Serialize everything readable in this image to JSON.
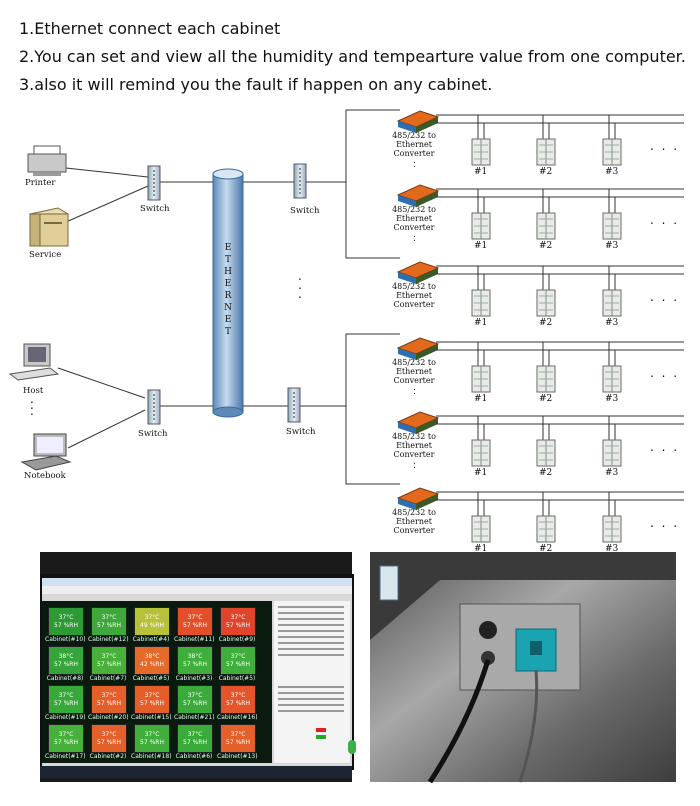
{
  "intro": [
    "1.Ethernet connect each cabinet",
    "2.You can set and view all the humidity and tempearture value from one computer.",
    "3.also it will remind you the fault if happen on any cabinet."
  ],
  "devices": {
    "printer": "Printer",
    "service": "Service",
    "host": "Host",
    "notebook": "Notebook",
    "switch": "Switch",
    "ethernet": "ETHERNET"
  },
  "converter_label": [
    "485/232 to",
    "Ethernet",
    "Converter"
  ],
  "cabinet_numbers": [
    "#1",
    "#2",
    "#3"
  ],
  "ellipsis": ". . .",
  "screen": {
    "grid": [
      [
        {
          "t": "37°C",
          "h": "57 %RH",
          "name": "Cabinet(#10)",
          "c": "#2e9a35"
        },
        {
          "t": "37°C",
          "h": "57 %RH",
          "name": "Cabinet(#12)",
          "c": "#3fa83a"
        },
        {
          "t": "37°C",
          "h": "49 %RH",
          "name": "Cabinet(#4)",
          "c": "#b7c23a"
        },
        {
          "t": "37°C",
          "h": "57 %RH",
          "name": "Cabinet(#11)",
          "c": "#e2502a"
        },
        {
          "t": "37°C",
          "h": "57 %RH",
          "name": "Cabinet(#9)",
          "c": "#e0442a"
        }
      ],
      [
        {
          "t": "38°C",
          "h": "57 %RH",
          "name": "Cabinet(#8)",
          "c": "#35a43a"
        },
        {
          "t": "37°C",
          "h": "57 %RH",
          "name": "Cabinet(#7)",
          "c": "#48b03b"
        },
        {
          "t": "38°C",
          "h": "42 %RH",
          "name": "Cabinet(#5)",
          "c": "#e46a2a"
        },
        {
          "t": "38°C",
          "h": "57 %RH",
          "name": "Cabinet(#3)",
          "c": "#3fae3a"
        },
        {
          "t": "37°C",
          "h": "57 %RH",
          "name": "Cabinet(#5)",
          "c": "#3fae3a"
        }
      ],
      [
        {
          "t": "37°C",
          "h": "57 %RH",
          "name": "Cabinet(#19)",
          "c": "#37a93a"
        },
        {
          "t": "37°C",
          "h": "57 %RH",
          "name": "Cabinet(#20)",
          "c": "#e4602a"
        },
        {
          "t": "37°C",
          "h": "57 %RH",
          "name": "Cabinet(#15)",
          "c": "#e45e2a"
        },
        {
          "t": "37°C",
          "h": "57 %RH",
          "name": "Cabinet(#21)",
          "c": "#3aab3a"
        },
        {
          "t": "37°C",
          "h": "57 %RH",
          "name": "Cabinet(#16)",
          "c": "#e4552a"
        }
      ],
      [
        {
          "t": "37°C",
          "h": "57 %RH",
          "name": "Cabinet(#17)",
          "c": "#45b03a"
        },
        {
          "t": "37°C",
          "h": "57 %RH",
          "name": "Cabinet(#2)",
          "c": "#e4602a"
        },
        {
          "t": "37°C",
          "h": "57 %RH",
          "name": "Cabinet(#18)",
          "c": "#3fae3a"
        },
        {
          "t": "37°C",
          "h": "57 %RH",
          "name": "Cabinet(#6)",
          "c": "#3aab3a"
        },
        {
          "t": "37°C",
          "h": "57 %RH",
          "name": "Cabinet(#13)",
          "c": "#e4602a"
        }
      ]
    ]
  }
}
